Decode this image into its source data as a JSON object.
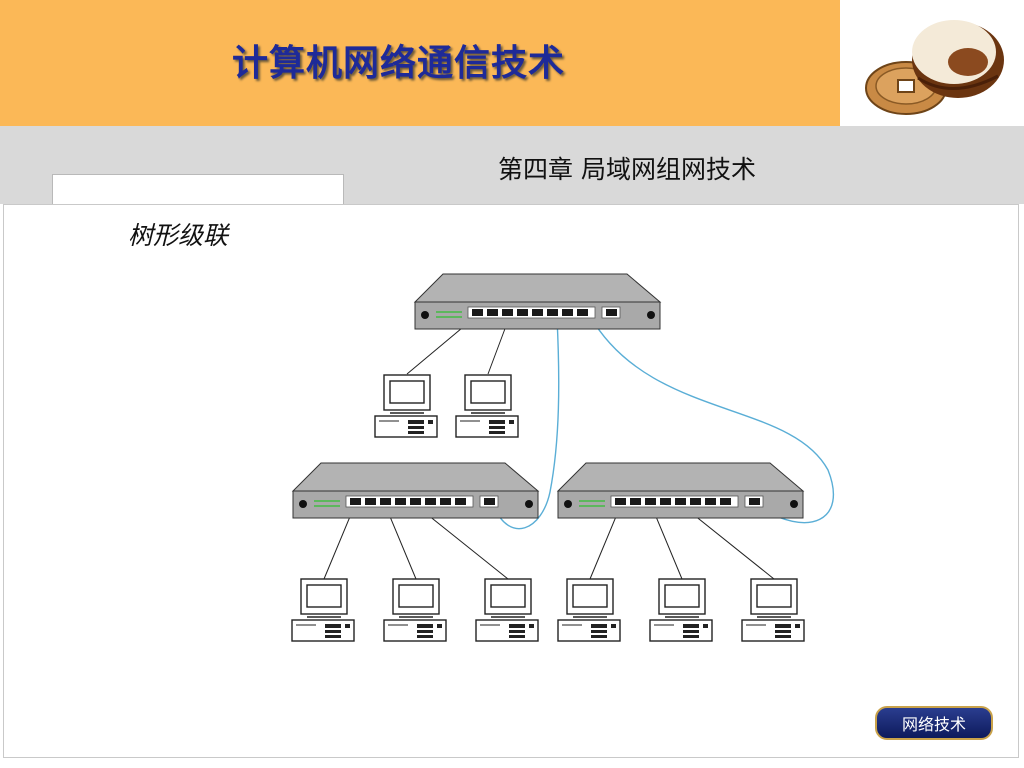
{
  "header": {
    "title": "计算机网络通信技术"
  },
  "chapter": {
    "title": "第四章  局域网组网技术"
  },
  "section": {
    "title": "树形级联"
  },
  "badge": {
    "label": "网络技术"
  },
  "logo": {
    "icon": "coin-and-bun-logo"
  },
  "colors": {
    "header_band": "#fbb857",
    "title_text": "#1e2a98",
    "sub_band": "#d9d9d9",
    "uplink_cable": "#5aaed6",
    "badge_bg": "#0d1a5c"
  },
  "diagram": {
    "type": "network-topology",
    "top_switch": {
      "label": "",
      "computers": 2
    },
    "child_switches": [
      {
        "label": "",
        "computers": 3
      },
      {
        "label": "",
        "computers": 3
      }
    ]
  }
}
